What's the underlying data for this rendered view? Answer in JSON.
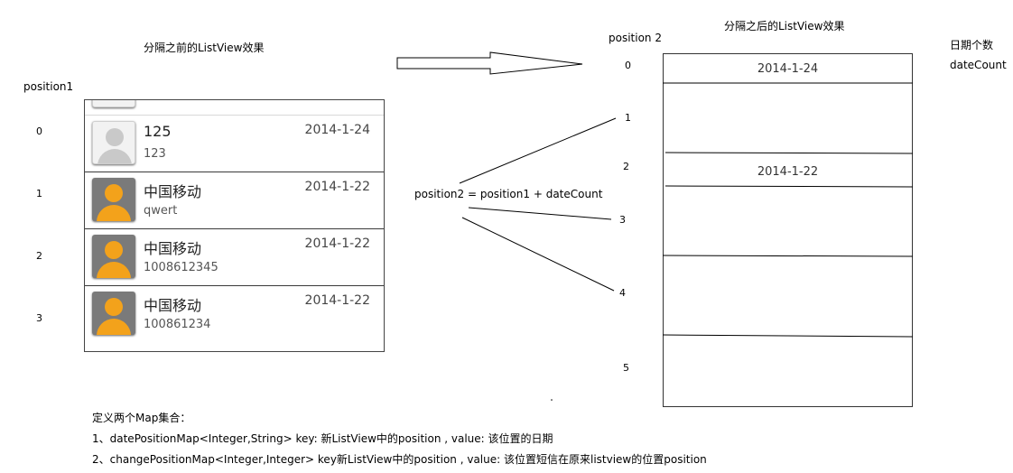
{
  "left": {
    "title": "分隔之前的ListView效果",
    "position_label": "position1",
    "indices": [
      "0",
      "1",
      "2",
      "3"
    ],
    "rows": [
      {
        "name": "125",
        "date": "2014-1-24",
        "sub": "123",
        "avatar": "gray-contact-icon"
      },
      {
        "name": "中国移动",
        "date": "2014-1-22",
        "sub": "qwert",
        "avatar": "orange-contact-icon"
      },
      {
        "name": "中国移动",
        "date": "2014-1-22",
        "sub": "1008612345",
        "avatar": "orange-contact-icon"
      },
      {
        "name": "中国移动",
        "date": "2014-1-22",
        "sub": "100861234",
        "avatar": "orange-contact-icon"
      }
    ]
  },
  "right": {
    "title": "分隔之后的ListView效果",
    "position_label": "position 2",
    "indices": [
      "0",
      "1",
      "2",
      "3",
      "4",
      "5"
    ],
    "dates": [
      "2014-1-24",
      "2014-1-22"
    ],
    "date_count_label": "日期个数",
    "date_count_var": "dateCount"
  },
  "formula": "position2 = position1 + dateCount",
  "notes": {
    "heading": "定义两个Map集合：",
    "line1": "1、datePositionMap<Integer,String>    key: 新ListView中的position , value: 该位置的日期",
    "line2": "2、changePositionMap<Integer,Integer> key新ListView中的position , value: 该位置短信在原来listview的位置position"
  },
  "colors": {
    "avatar_orange": "#f3a21b",
    "avatar_gray": "#c9c9c9"
  }
}
